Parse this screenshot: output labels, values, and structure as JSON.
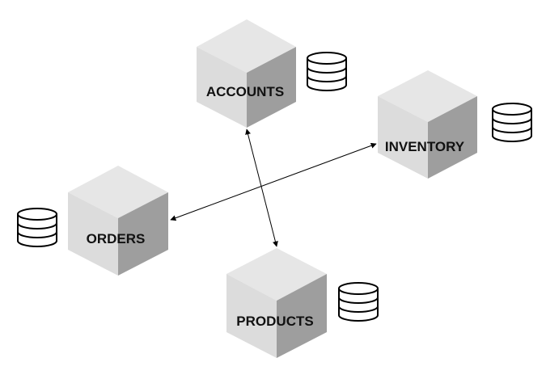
{
  "colors": {
    "cube_top": "#e6e6e6",
    "cube_left": "#dcdcdc",
    "cube_right": "#9e9e9e",
    "database_stroke": "#000000",
    "edge_stroke": "#000000",
    "background": "#ffffff"
  },
  "nodes": [
    {
      "id": "accounts",
      "label": "ACCOUNTS",
      "icon": "database-icon"
    },
    {
      "id": "inventory",
      "label": "INVENTORY",
      "icon": "database-icon"
    },
    {
      "id": "orders",
      "label": "ORDERS",
      "icon": "database-icon"
    },
    {
      "id": "products",
      "label": "PRODUCTS",
      "icon": "database-icon"
    }
  ],
  "edges": [
    {
      "from": "accounts",
      "to": "products",
      "direction": "both"
    },
    {
      "from": "orders",
      "to": "inventory",
      "direction": "both"
    }
  ]
}
